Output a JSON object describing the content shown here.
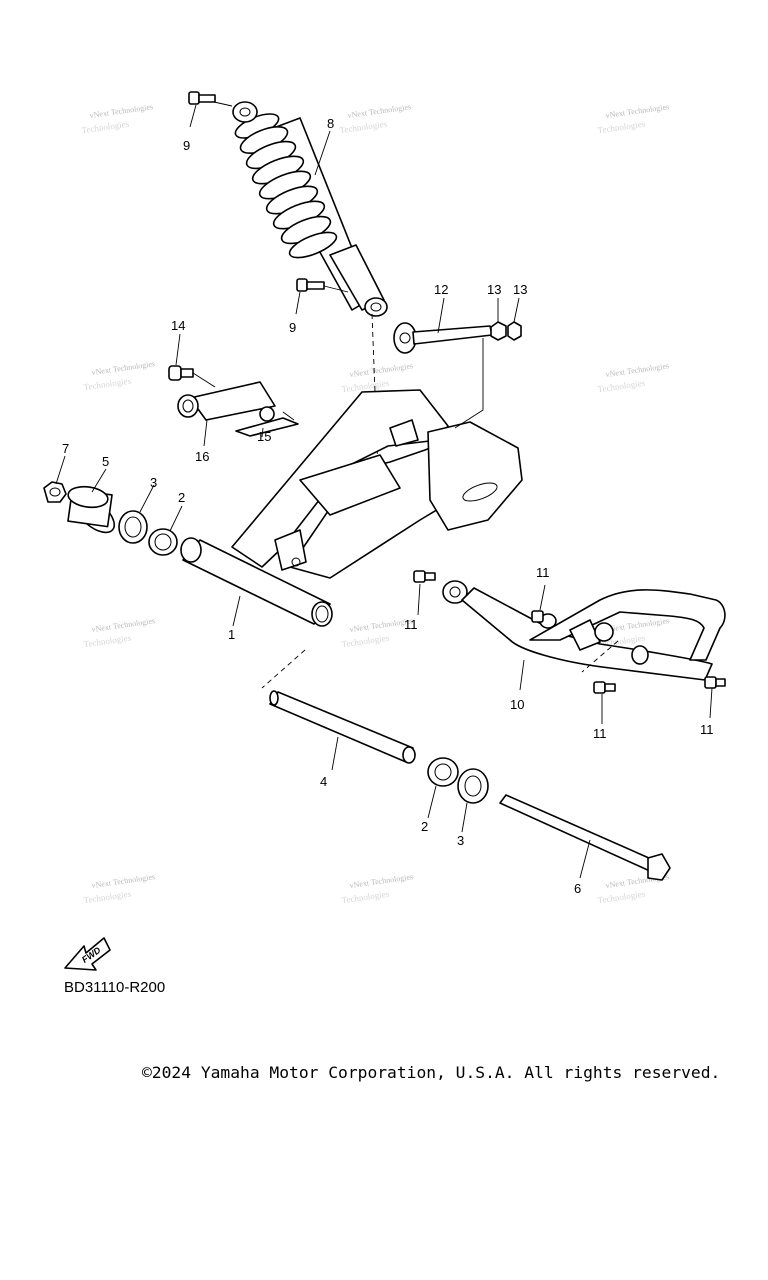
{
  "diagram": {
    "callouts": [
      "1",
      "2",
      "2",
      "3",
      "3",
      "4",
      "5",
      "6",
      "7",
      "8",
      "9",
      "9",
      "10",
      "11",
      "11",
      "11",
      "11",
      "12",
      "13",
      "13",
      "14",
      "15",
      "16"
    ],
    "watermark": {
      "line1": "vNext Technologies",
      "line2": "Technologies"
    },
    "fwd_label": "FWD",
    "reference_code": "BD31110-R200"
  },
  "footer": {
    "copyright": "©2024 Yamaha Motor Corporation, U.S.A. All rights reserved."
  }
}
